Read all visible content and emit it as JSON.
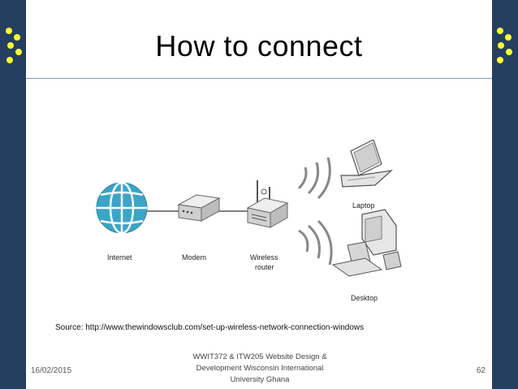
{
  "slide": {
    "title": "How to connect",
    "source": "Source: http://www.thewindowsclub.com/set-up-wireless-network-connection-windows",
    "footer_date": "16/02/2015",
    "footer_center_lines": [
      "WWIT372 & ITW205 Website Design &",
      "Development Wisconsin International",
      "University Ghana"
    ],
    "page_number": "62"
  },
  "diagram": {
    "nodes": [
      {
        "id": "internet",
        "label": "Internet",
        "icon": "globe-icon"
      },
      {
        "id": "modem",
        "label": "Modem",
        "icon": "modem-icon"
      },
      {
        "id": "router",
        "label_lines": [
          "Wireless",
          "router"
        ],
        "icon": "wireless-router-icon"
      },
      {
        "id": "laptop",
        "label": "Laptop",
        "icon": "laptop-icon"
      },
      {
        "id": "desktop",
        "label": "Desktop",
        "icon": "desktop-computer-icon"
      }
    ],
    "colors": {
      "globe": "#3aa5c8",
      "device": "#d9d9d9",
      "outline": "#555555"
    }
  }
}
